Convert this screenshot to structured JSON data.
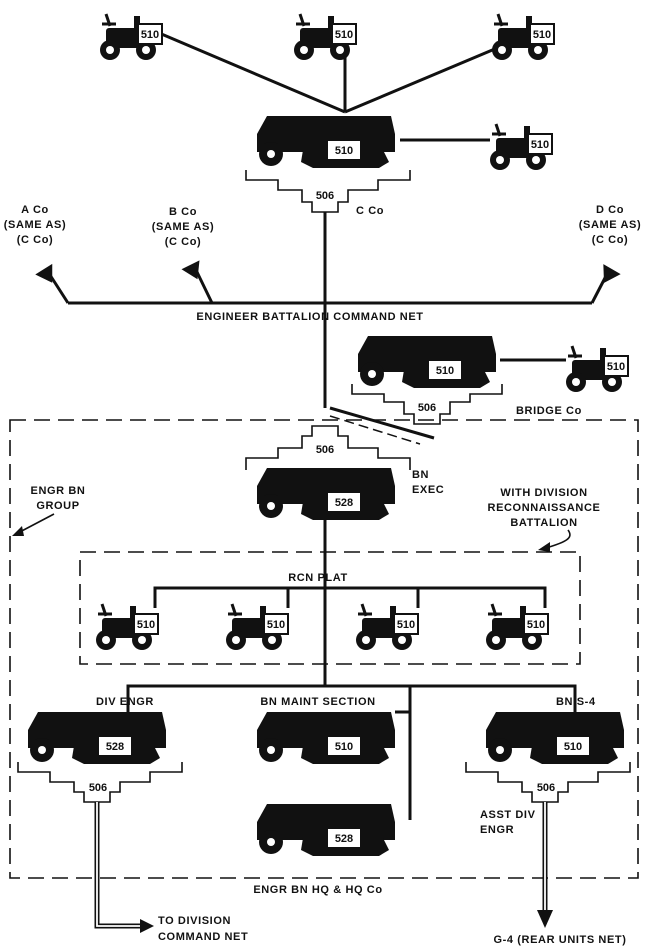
{
  "labels": {
    "a_co": [
      "A Co",
      "(SAME AS)",
      "(C Co)"
    ],
    "b_co": [
      "B Co",
      "(SAME AS)",
      "(C Co)"
    ],
    "d_co": [
      "D Co",
      "(SAME AS)",
      "(C Co)"
    ],
    "c_co": "C Co",
    "command_net": "ENGINEER BATTALION   COMMAND NET",
    "bridge_co": "BRIDGE Co",
    "bn_exec": [
      "BN",
      "EXEC"
    ],
    "engr_bn_group": [
      "ENGR BN",
      "GROUP"
    ],
    "with_division": [
      "WITH DIVISION",
      "RECONNAISSANCE",
      "BATTALION"
    ],
    "rcn_plat": "RCN   PLAT",
    "div_engr": "DIV   ENGR",
    "bn_maint_section": "BN MAINT SECTION",
    "bn_s4": "BN   S-4",
    "asst_div_engr": [
      "ASST DIV",
      "ENGR"
    ],
    "engr_bn_hq": "ENGR BN HQ & HQ Co",
    "to_division": [
      "TO DIVISION",
      "COMMAND NET"
    ],
    "g4_rear": "G-4 (REAR UNITS NET)"
  },
  "radio_sets": {
    "jeep_top_left": "510",
    "jeep_top_center": "510",
    "jeep_top_right": "510",
    "c_co_halftrack": "510",
    "c_co_jeep_right": "510",
    "c_co_control": "506",
    "bridge_halftrack": "510",
    "bridge_jeep": "510",
    "bridge_control": "506",
    "bn_control": "506",
    "bn_exec_halftrack": "528",
    "rcn_jeep_1": "510",
    "rcn_jeep_2": "510",
    "rcn_jeep_3": "510",
    "rcn_jeep_4": "510",
    "div_engr_halftrack": "528",
    "maint_halftrack_1": "510",
    "maint_halftrack_2": "528",
    "bn_s4_halftrack": "510",
    "div_engr_control": "506",
    "bn_s4_control": "506"
  }
}
